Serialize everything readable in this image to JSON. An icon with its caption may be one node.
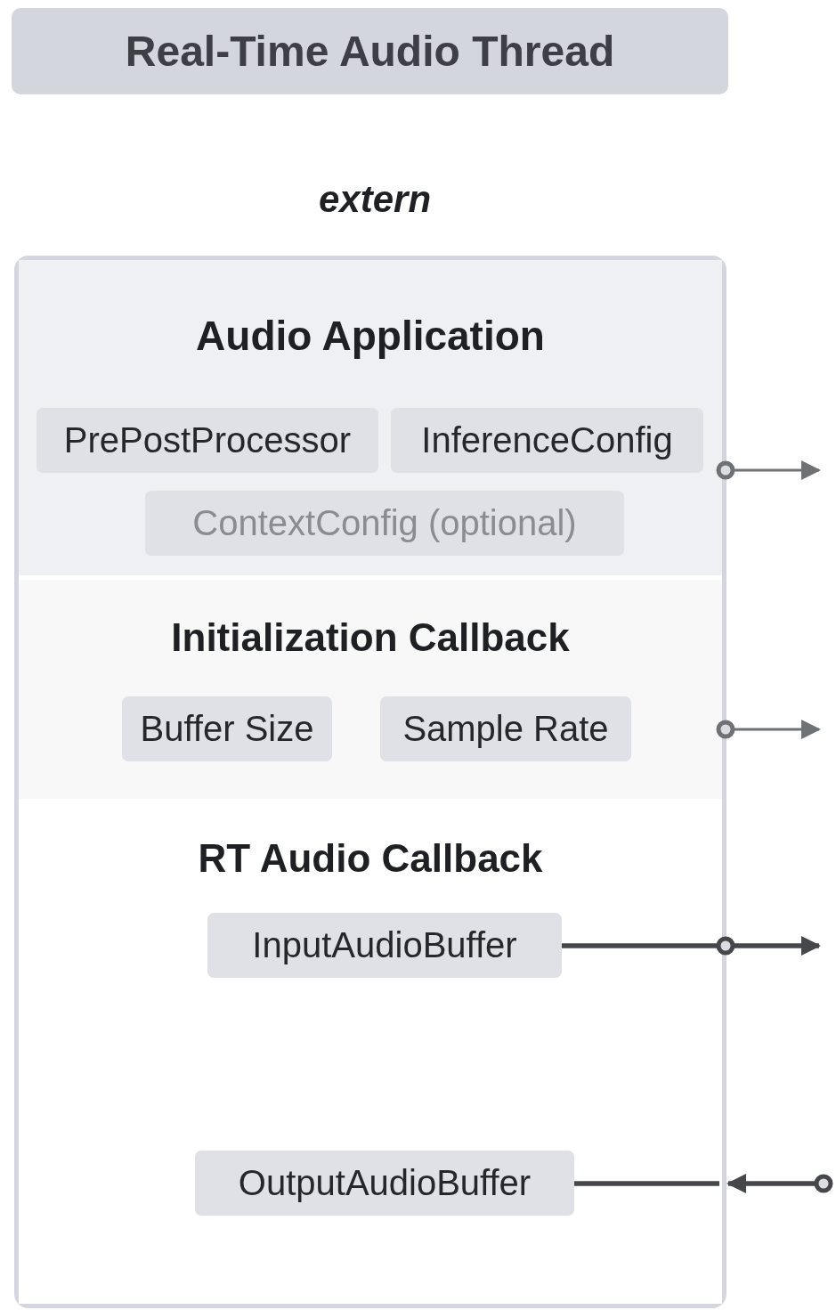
{
  "diagram": {
    "nodes": [
      {
        "text": [
          "Real-Time Audio Thread"
        ]
      },
      {
        "text": [
          "extern"
        ]
      },
      {
        "text": [
          "Audio Application"
        ],
        "in": 1
      },
      {
        "text": [
          "PrePostProcessor"
        ],
        "in": 2
      },
      {
        "text": [
          "InferenceConfig"
        ],
        "in": 2
      },
      {
        "text": [
          "ContextConfig (optional)"
        ],
        "in": 2
      },
      {
        "text": [
          "Initialization Callback"
        ],
        "in": 1
      },
      {
        "text": [
          "Buffer Size"
        ],
        "in": 6
      },
      {
        "text": [
          "Sample Rate"
        ],
        "in": 6
      },
      {
        "text": [
          "RT Audio Callback"
        ],
        "in": 1
      },
      {
        "text": [
          "InputAudioBuffer"
        ],
        "in": 9
      },
      {
        "text": [
          "OutputAudioBuffer"
        ],
        "in": 9
      }
    ],
    "edges": [
      {
        "from": 2,
        "to": null,
        "arrow": "to",
        "color": "#6f7275"
      },
      {
        "from": 6,
        "to": null,
        "arrow": "to",
        "color": "#6f7275"
      },
      {
        "from": 10,
        "to": null,
        "arrow": "to"
      },
      {
        "from": null,
        "to": 1,
        "arrow": "to"
      },
      {
        "from": 11,
        "to": 1,
        "arrow": "none"
      }
    ]
  }
}
